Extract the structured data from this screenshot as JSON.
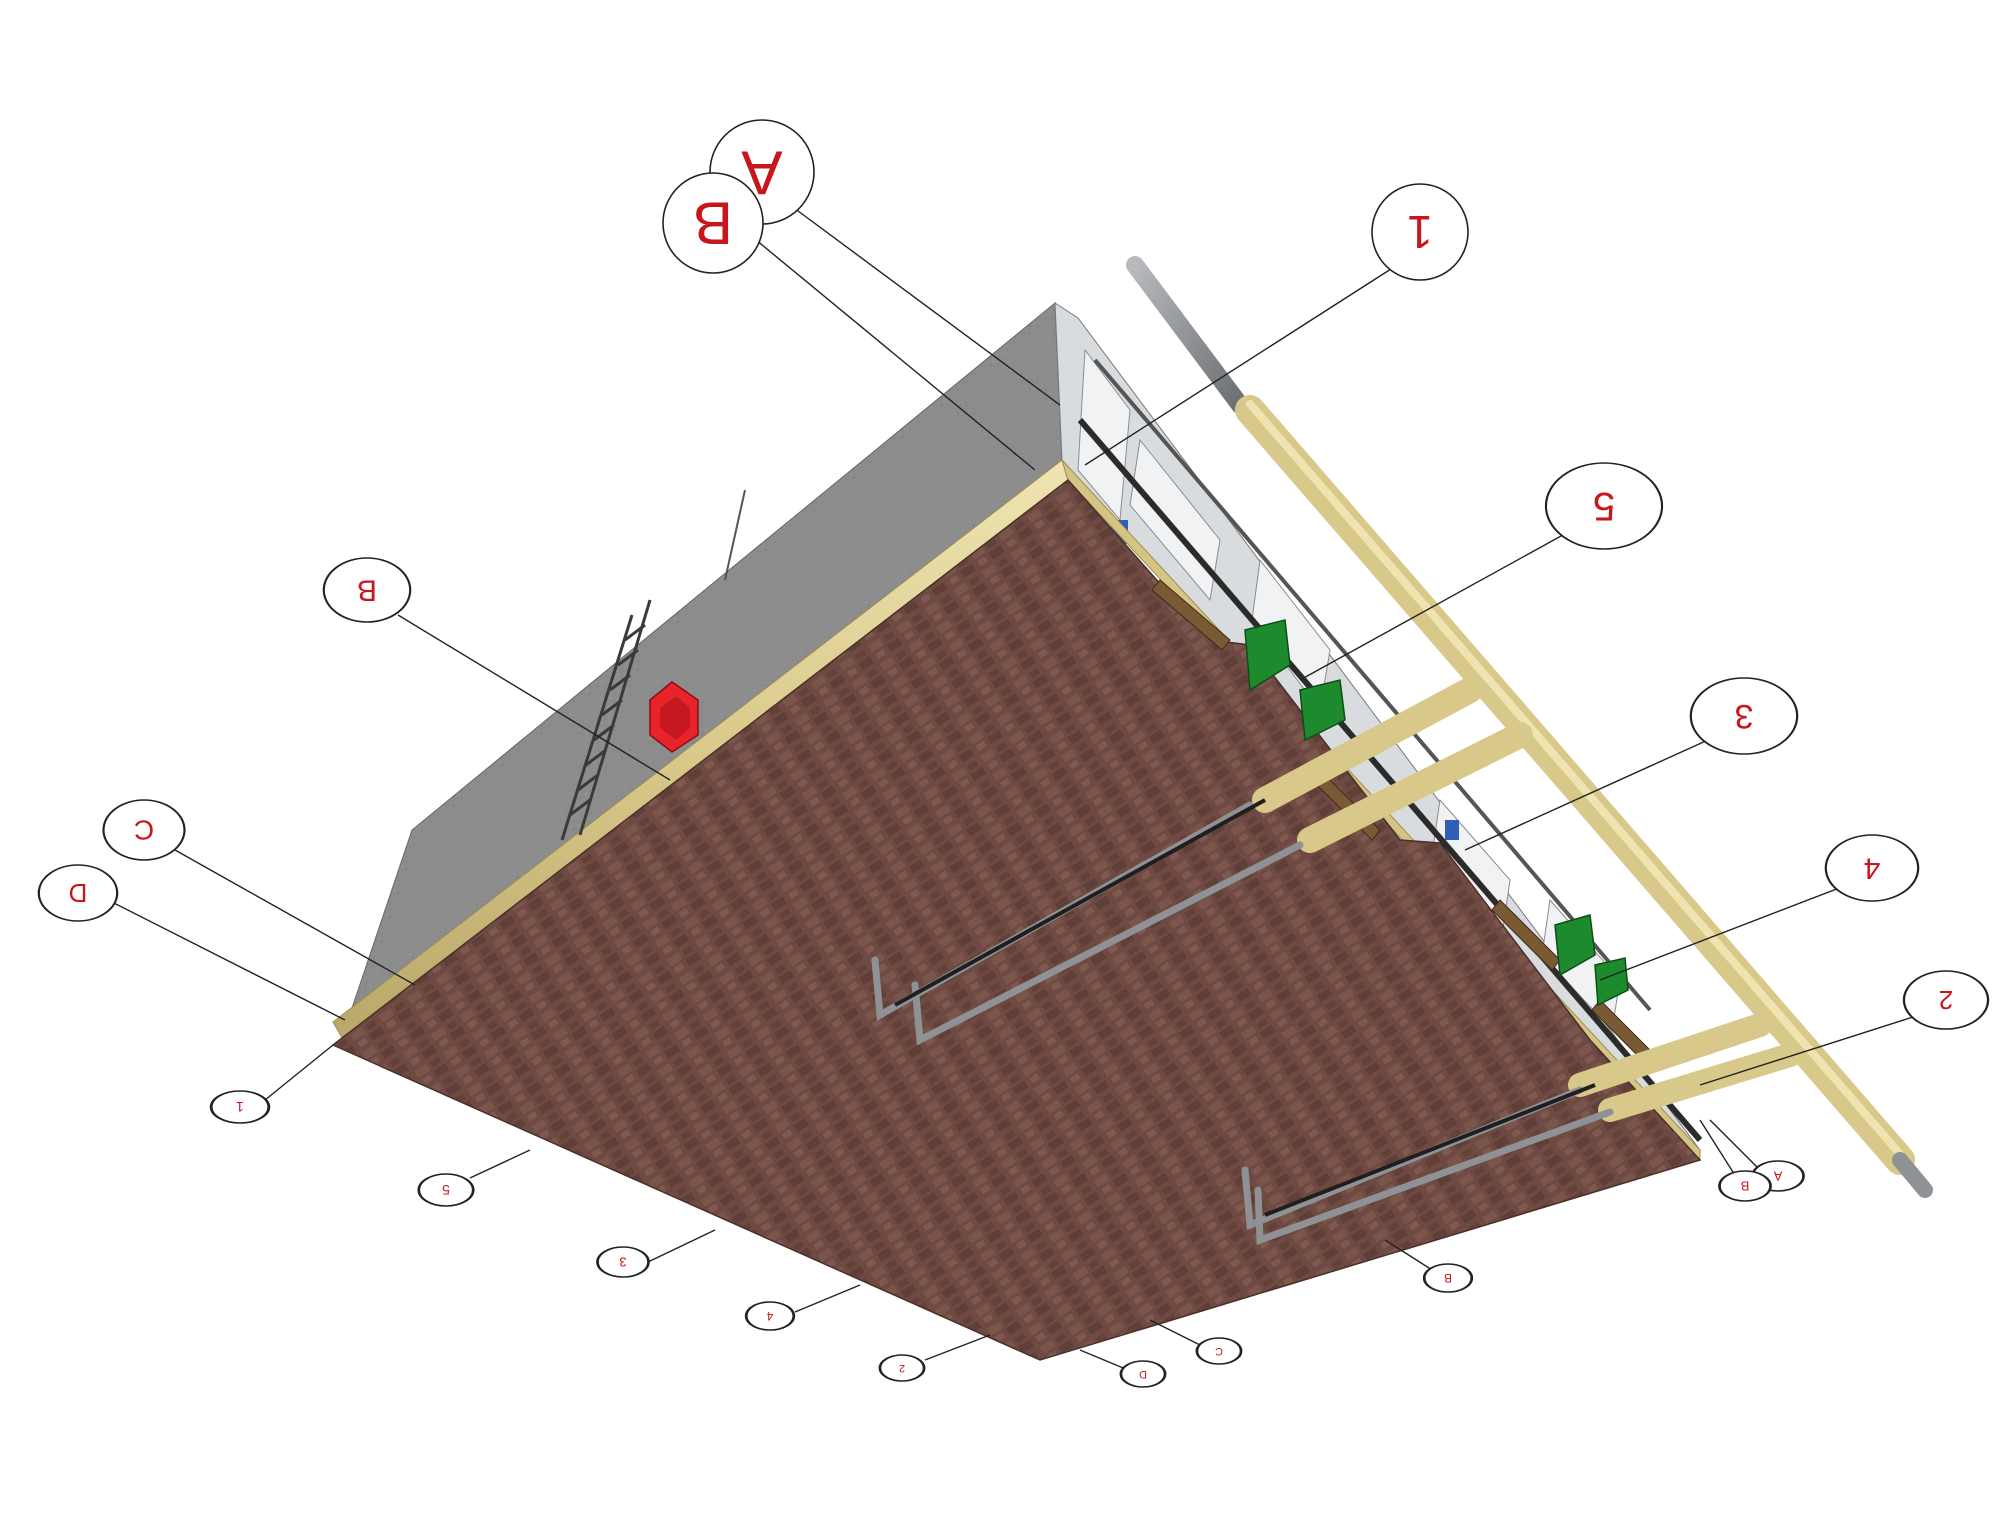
{
  "colors": {
    "tag_text": "#c8161d",
    "brick": "#6e4a42",
    "roof": "#8a8a8a",
    "insulation": "#e2d49a",
    "pipe_grey": "#8f9294",
    "equipment_green": "#1e8a2e",
    "sign_red": "#e8232a"
  },
  "grid_tags": {
    "top_a": "A",
    "top_b": "B",
    "right_1": "1",
    "right_2": "2",
    "right_3": "3",
    "right_4": "4",
    "right_5": "5",
    "left_b": "B",
    "left_c": "C",
    "left_d": "D",
    "bottom_1": "1",
    "bottom_2": "2",
    "bottom_3": "3",
    "bottom_4": "4",
    "bottom_5": "5",
    "bottom_b": "B",
    "bottom_c": "C",
    "bottom_d": "D",
    "corner_a": "A",
    "corner_b": "B"
  },
  "equipment_icons": [
    "ladder-icon",
    "red-sign-icon",
    "green-equipment-icon",
    "insulated-pipe-icon"
  ]
}
